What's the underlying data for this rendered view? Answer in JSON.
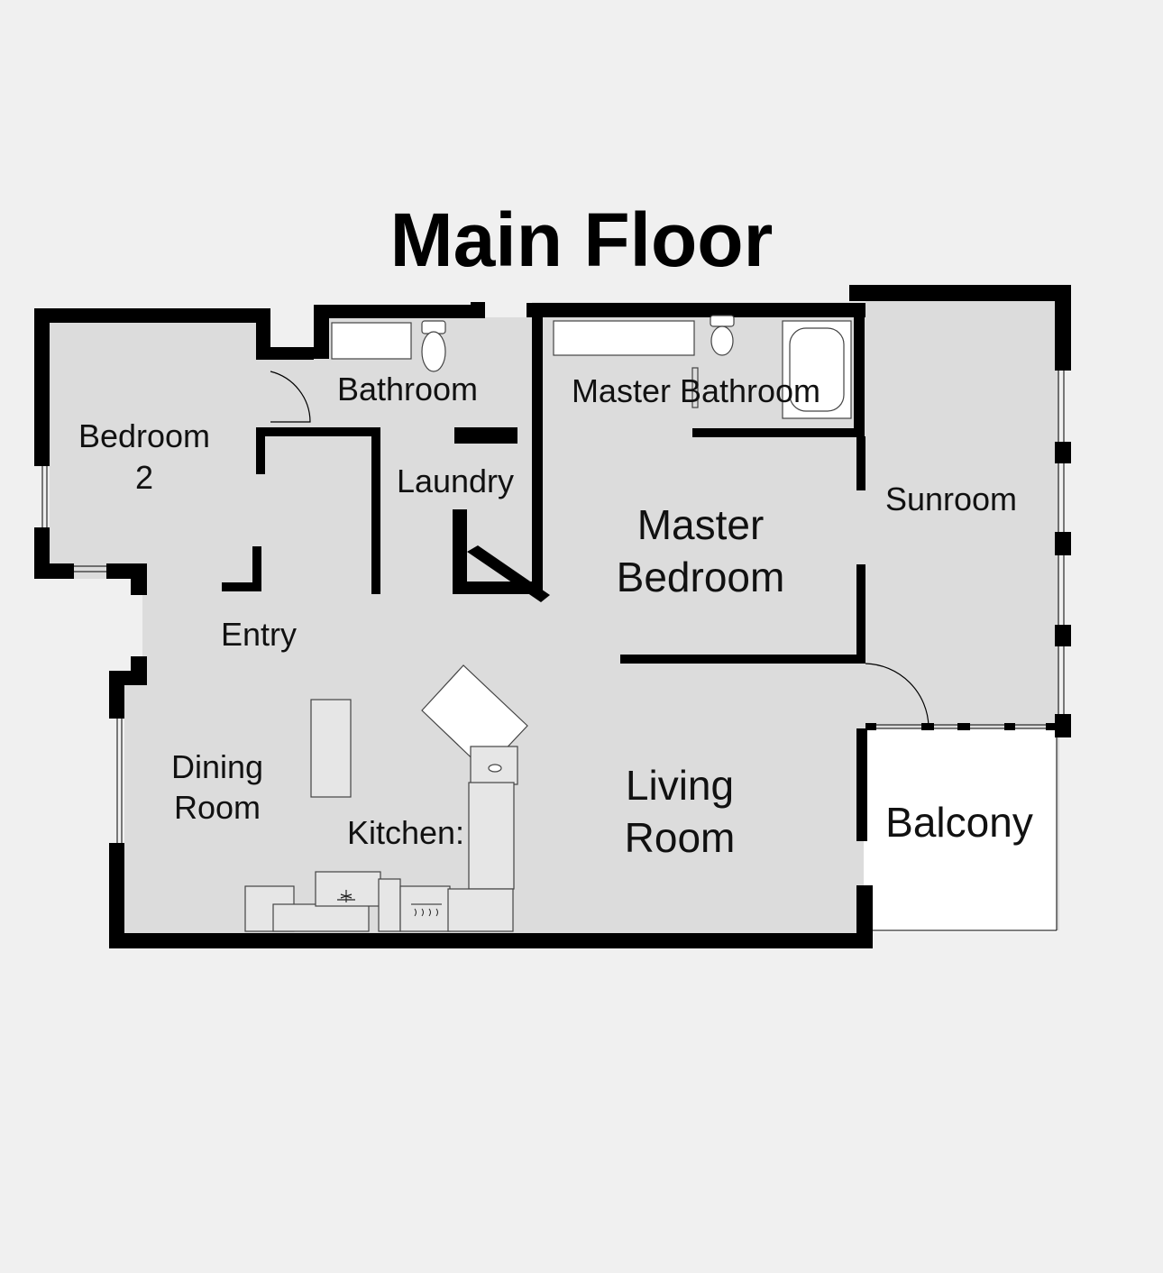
{
  "title": "Main Floor",
  "rooms": {
    "bedroom2": [
      "Bedroom",
      "2"
    ],
    "bathroom": "Bathroom",
    "master_bathroom": "Master Bathroom",
    "laundry": "Laundry",
    "master_bedroom": [
      "Master",
      "Bedroom"
    ],
    "sunroom": "Sunroom",
    "entry": "Entry",
    "dining_room": [
      "Dining",
      "Room"
    ],
    "kitchen": "Kitchen:",
    "living_room": [
      "Living",
      "Room"
    ],
    "balcony": "Balcony"
  },
  "colors": {
    "background": "#f0f0f0",
    "floor": "#dcdcdc",
    "wall": "#000000",
    "balcony": "#ffffff"
  }
}
